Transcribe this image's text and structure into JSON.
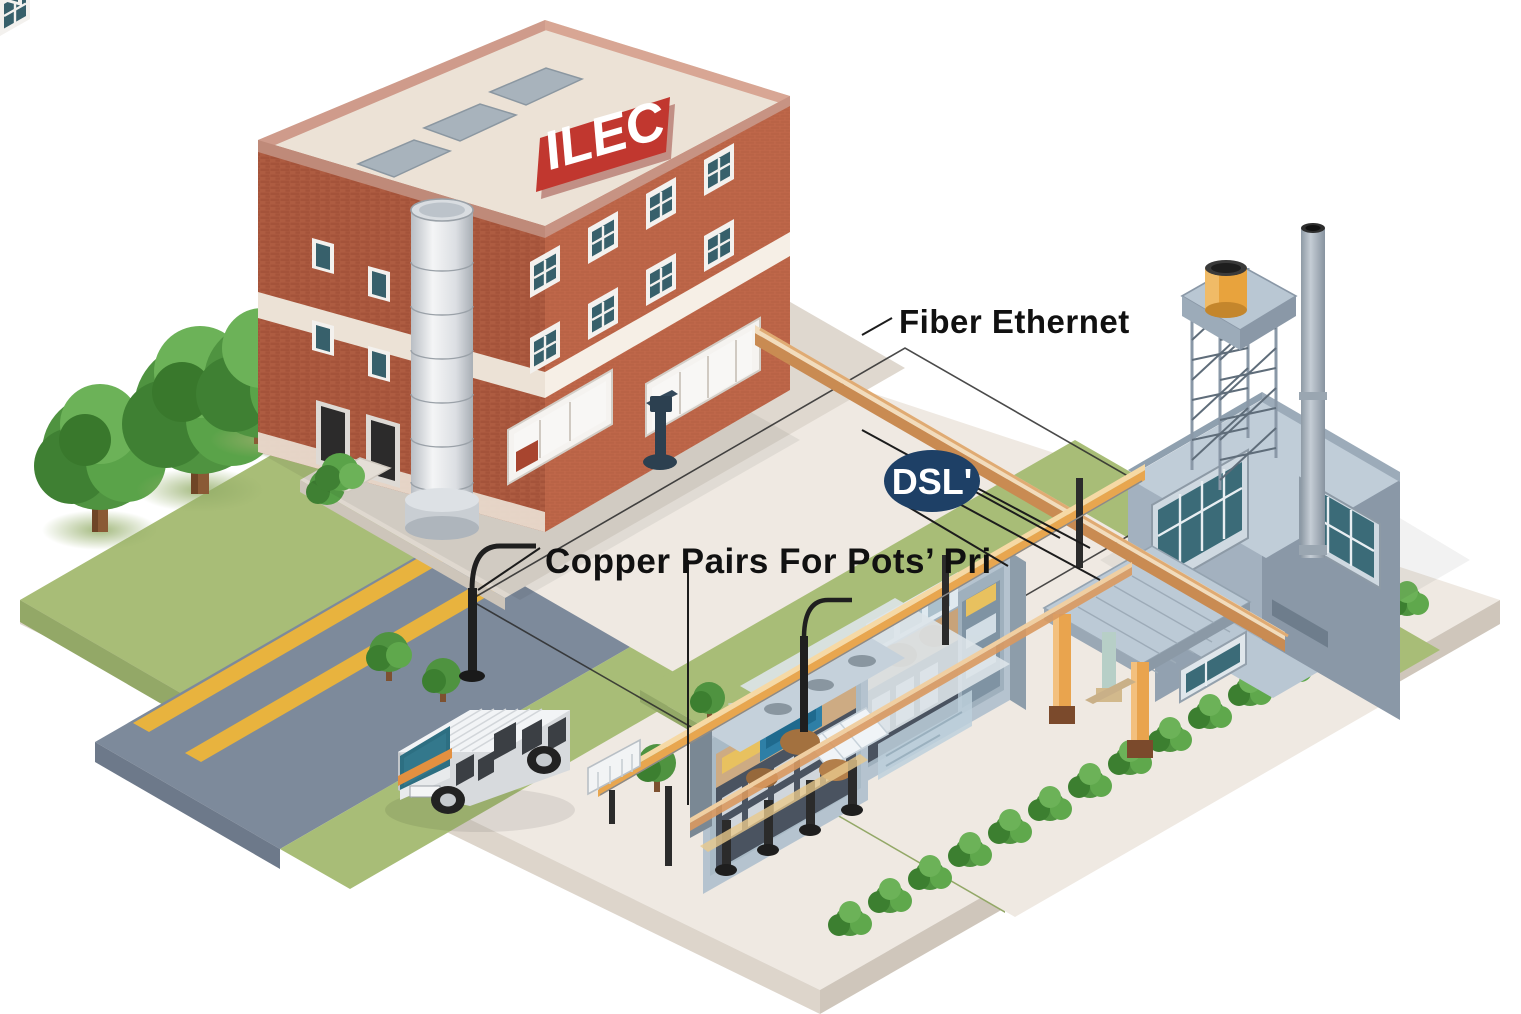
{
  "diagram": {
    "title_sign": "ILEC",
    "type": "isometric-telecom-network-illustration"
  },
  "labels": {
    "fiber": "Fiber Ethernet",
    "copper": "Copper Pairs For Pots’ Pri",
    "dsl_badge": "DSL'"
  },
  "colors": {
    "brick": "#c2694b",
    "brick_dark": "#a9553b",
    "roof_cream": "#ece2d6",
    "roof_trim": "#cf9b8b",
    "sign_red": "#c1372f",
    "dsl_navy": "#1e4066",
    "fiber_cable": "#c98b52",
    "fiber_cable_light": "#f2dcbc",
    "copper_cable": "#e8a64f",
    "industrial_gray": "#97a6b5",
    "industrial_light": "#b9c7d3",
    "ground_pavement": "#efe9e2",
    "ground_concrete": "#d9d3cb",
    "grass": "#a8bd77",
    "road": "#7d8a9b",
    "road_line": "#e8b33e",
    "tree_green": "#4f9340",
    "tree_green_dark": "#357a2e",
    "trunk": "#8a5a35",
    "window_glass": "#37606b",
    "tower_orange": "#e8a33d",
    "canopy_column": "#e9a44e"
  },
  "elements": {
    "central_office_building": "ILEC brick central office",
    "silo": "white segmented silo",
    "remote_terminal": "gray industrial building with lattice tower and smokestack",
    "cabinets": "street-side equipment cabinets",
    "vehicle": "service van",
    "street_lamps": "street lamps",
    "road": "two-lane road with double yellow line"
  }
}
